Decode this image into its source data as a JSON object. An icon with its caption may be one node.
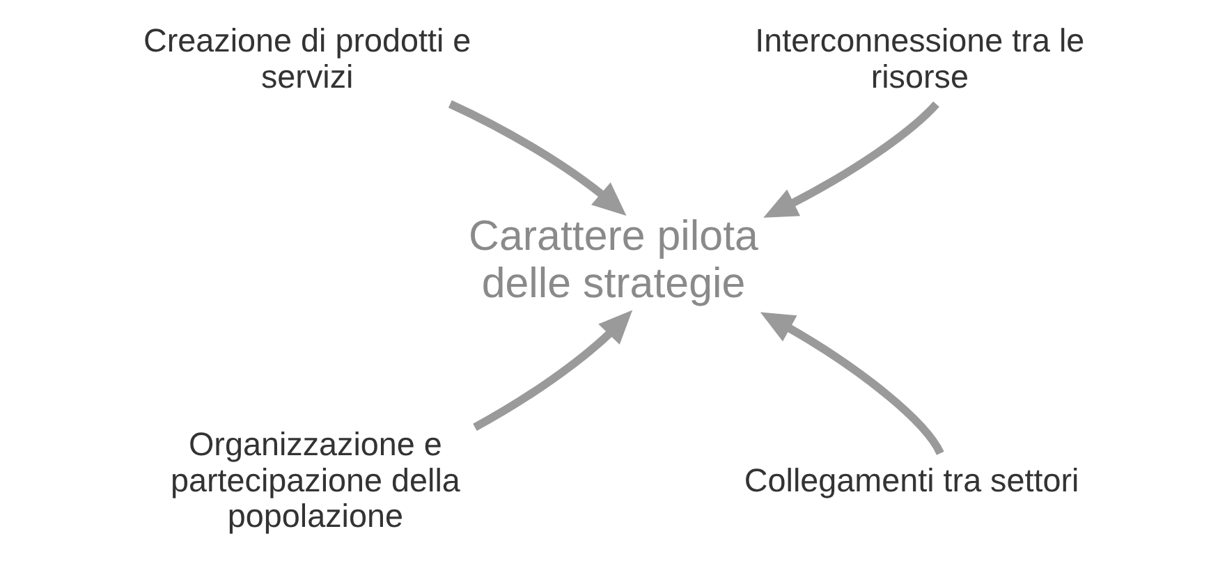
{
  "diagram": {
    "nodes": [
      {
        "text": [
          "Creazione di prodotti e servizi"
        ]
      },
      {
        "text": [
          "Interconnessione tra le risorse"
        ]
      },
      {
        "text": [
          "Carattere pilota delle strategie"
        ]
      },
      {
        "text": [
          "Organizzazione e partecipazione della popolazione"
        ]
      },
      {
        "text": [
          "Collegamenti tra settori"
        ]
      }
    ],
    "edges": [
      {
        "from": 0,
        "to": 2,
        "arrow": "to"
      },
      {
        "from": 1,
        "to": 2,
        "arrow": "to"
      },
      {
        "from": 3,
        "to": 2,
        "arrow": "to"
      },
      {
        "from": 4,
        "to": 2,
        "arrow": "to"
      }
    ]
  }
}
